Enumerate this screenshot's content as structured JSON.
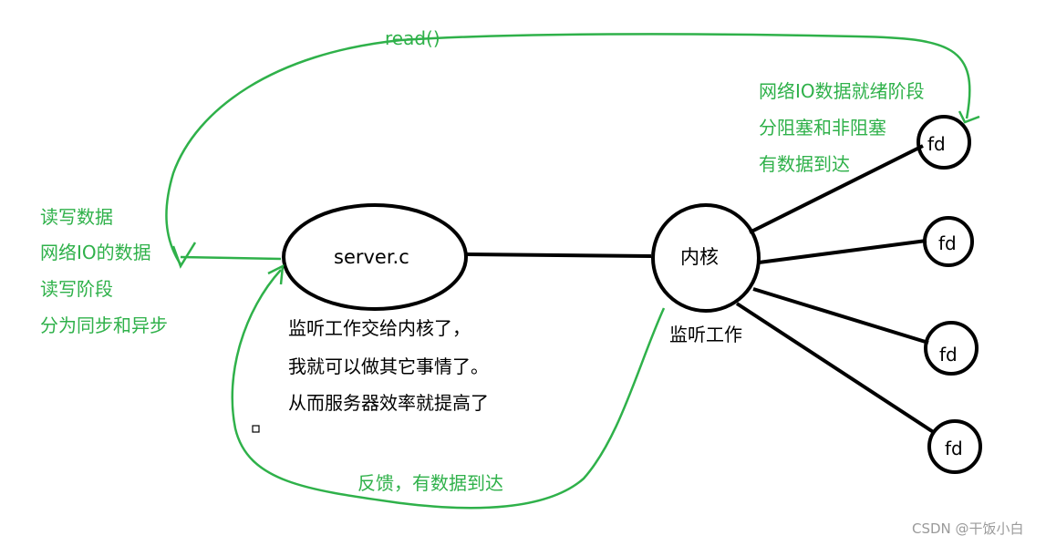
{
  "nodes": {
    "server": "server.c",
    "kernel": "内核",
    "fds": [
      "fd",
      "fd",
      "fd",
      "fd"
    ]
  },
  "arrows": {
    "read": "read()",
    "feedback": "反馈，有数据到达"
  },
  "notes": {
    "left": [
      "读写数据",
      "网络IO的数据",
      "读写阶段",
      "分为同步和异步"
    ],
    "top_right": [
      "网络IO数据就绪阶段",
      "分阻塞和非阻塞",
      "有数据到达"
    ],
    "server_desc": [
      "监听工作交给内核了，",
      "我就可以做其它事情了。",
      "从而服务器效率就提高了"
    ],
    "kernel_desc": "监听工作"
  },
  "watermark": "CSDN @干饭小白",
  "colors": {
    "annotation": "#2fb14a",
    "ink": "#000000"
  }
}
